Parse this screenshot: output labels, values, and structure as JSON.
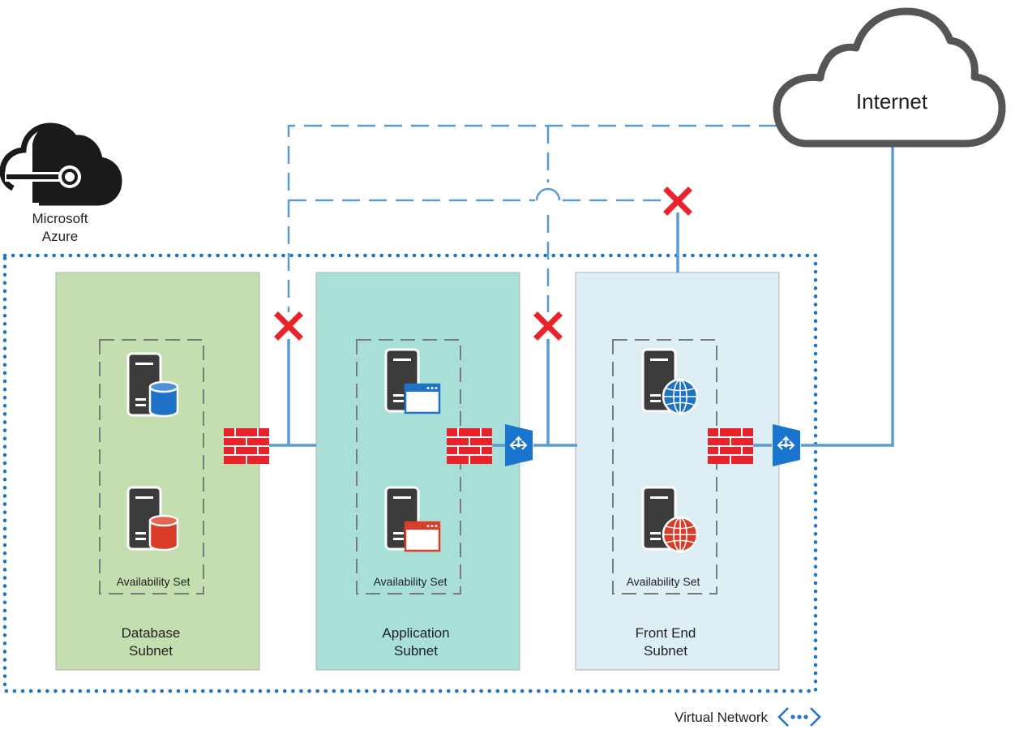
{
  "branding": {
    "line1": "Microsoft",
    "line2": "Azure"
  },
  "internet": {
    "label": "Internet"
  },
  "network": {
    "label": "Virtual Network"
  },
  "subnets": [
    {
      "id": "database",
      "line1": "Database",
      "line2": "Subnet",
      "availability": "Availability Set",
      "fill": "#c5deb0"
    },
    {
      "id": "application",
      "line1": "Application",
      "line2": "Subnet",
      "availability": "Availability Set",
      "fill": "#a8e0d8"
    },
    {
      "id": "frontend",
      "line1": "Front End",
      "line2": "Subnet",
      "availability": "Availability Set",
      "fill": "#ddeef4"
    }
  ],
  "colors": {
    "connector": "#5b9bd5",
    "firewall": "#e8232b",
    "blocked": "#e8232b",
    "loadBalancer": "#1a75cf",
    "server": "#3b3b3b",
    "dbBlue": "#1e73c7",
    "dbRed": "#d93c28",
    "vnetDots": "#1e73c7",
    "cloudOutline": "#555555"
  }
}
